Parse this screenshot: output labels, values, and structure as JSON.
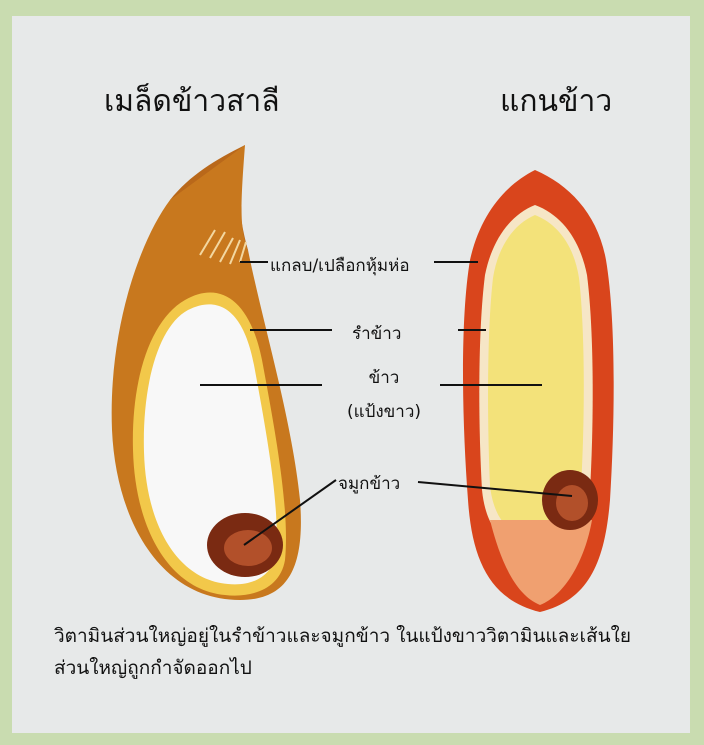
{
  "titles": {
    "left": "เมล็ดข้าวสาลี",
    "right": "แกนข้าว"
  },
  "labels": {
    "husk": "แกลบ/เปลือกหุ้มห่อ",
    "bran": "รำข้าว",
    "rice_line1": "ข้าว",
    "rice_line2": "(แป้งขาว)",
    "germ": "จมูกข้าว"
  },
  "caption": {
    "line1": "วิตามินส่วนใหญ่อยู่ในรำข้าวและจมูกข้าว ในแป้งขาววิตามินและเส้นใย",
    "line2": "ส่วนใหญ่ถูกกำจัดออกไป"
  },
  "colors": {
    "frame": "#c9dcb0",
    "panel": "#e7e9e9",
    "husk_brown": "#c8781e",
    "bran_yellow": "#f2c84a",
    "endosperm_white": "#f8f8f8",
    "endosperm_yellow": "#f3e27a",
    "husk_red": "#d9451c",
    "germ_brown": "#7a2a12"
  }
}
